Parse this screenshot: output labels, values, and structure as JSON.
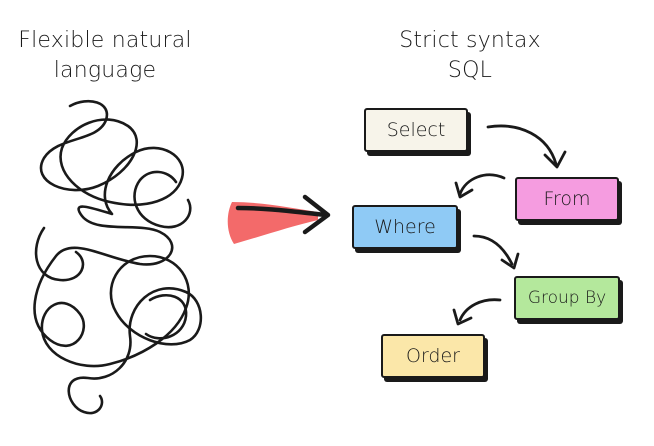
{
  "headings": {
    "left": [
      "Flexible natural",
      "language"
    ],
    "right": [
      "Strict syntax",
      "SQL"
    ]
  },
  "boxes": [
    {
      "id": "select",
      "label": "Select",
      "fill": "#f7f4ea"
    },
    {
      "id": "from",
      "label": "From",
      "fill": "#f59ce0"
    },
    {
      "id": "where",
      "label": "Where",
      "fill": "#8fcaf5"
    },
    {
      "id": "group_by",
      "label": "Group By",
      "fill": "#b4e89c"
    },
    {
      "id": "order",
      "label": "Order",
      "fill": "#fbe7a9"
    }
  ],
  "colors": {
    "ink": "#1a1a1a",
    "transform_arrow": "#f36a6a"
  },
  "icons": {
    "scribble": "tangled-line-icon",
    "transform_arrow": "right-arrow-icon",
    "flow_arrows": "curved-arrow-icon"
  }
}
